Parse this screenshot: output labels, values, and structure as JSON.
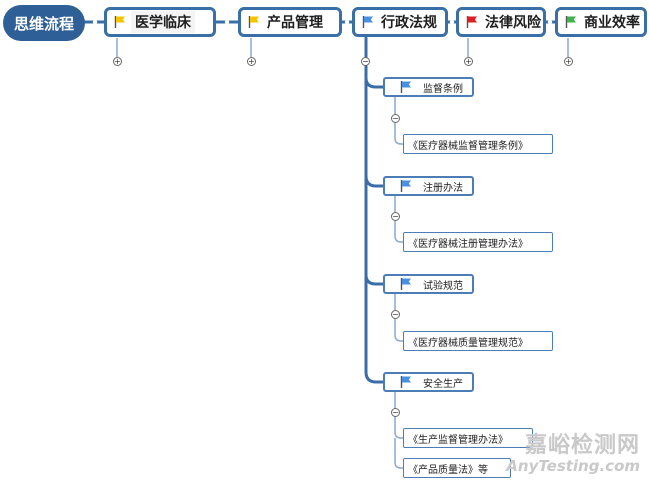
{
  "root": {
    "label": "思维流程"
  },
  "topics": [
    {
      "label": "医学临床",
      "flag": "flag-icon-yellow"
    },
    {
      "label": "产品管理",
      "flag": "flag-icon-yellow"
    },
    {
      "label": "行政法规",
      "flag": "flag-icon-blue"
    },
    {
      "label": "法律风险",
      "flag": "flag-icon-red"
    },
    {
      "label": "商业效率",
      "flag": "flag-icon-green"
    }
  ],
  "subtopics": [
    {
      "label": "监督条例",
      "leaves": [
        "《医疗器械监督管理条例》"
      ]
    },
    {
      "label": "注册办法",
      "leaves": [
        "《医疗器械注册管理办法》"
      ]
    },
    {
      "label": "试验规范",
      "leaves": [
        "《医疗器械质量管理规范》"
      ]
    },
    {
      "label": "安全生产",
      "leaves": [
        "《生产监督管理办法》",
        "《产品质量法》等"
      ]
    }
  ],
  "toggles": {
    "expand": "+",
    "collapse": "−"
  },
  "watermark": {
    "cn": "嘉峪检测网",
    "en": "AnyTesting.com"
  },
  "colors": {
    "root_fill": "#2f5f97",
    "topic_border": "#3a6ea7",
    "connector": "#3a6ea7",
    "flag_yellow": "#f5c400",
    "flag_blue": "#4a90e2",
    "flag_red": "#e02020",
    "flag_green": "#3fb34f"
  }
}
